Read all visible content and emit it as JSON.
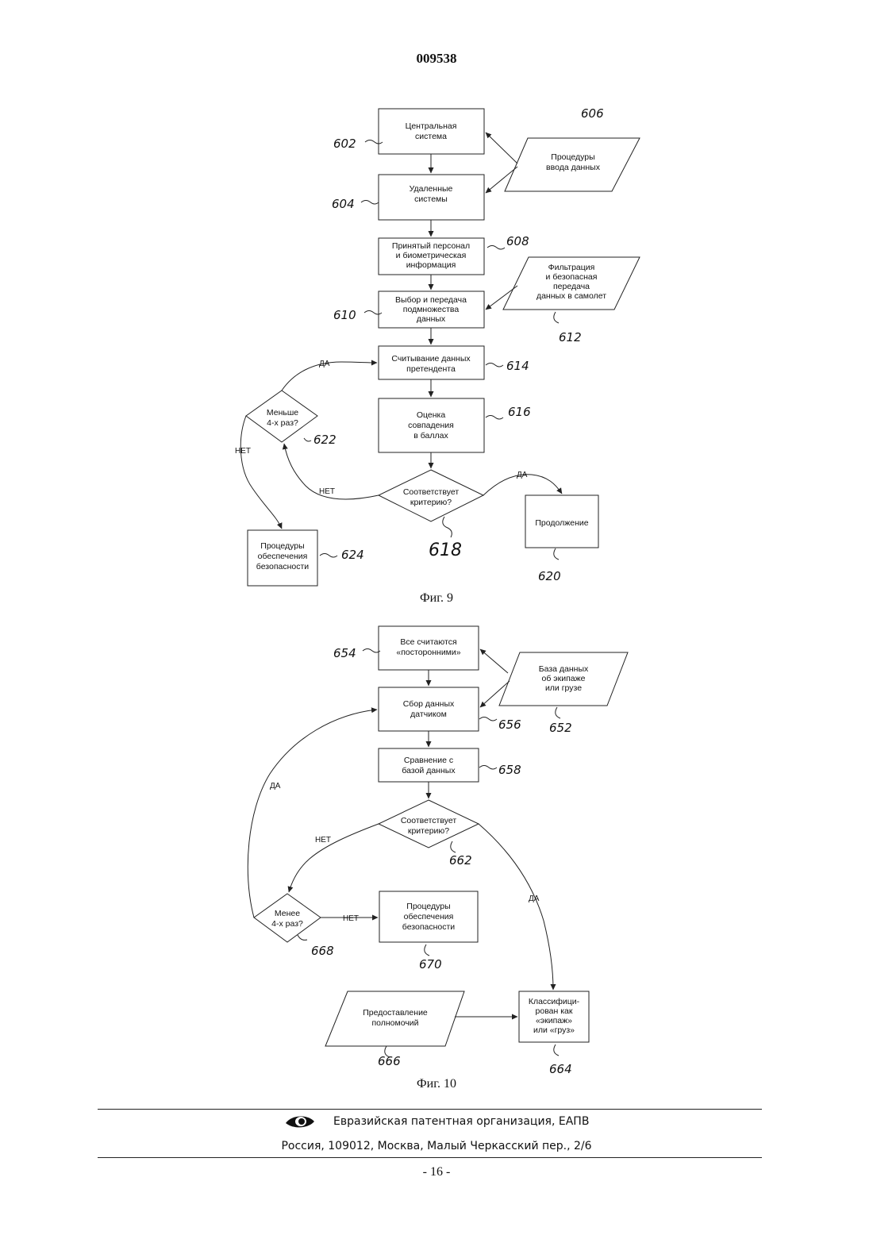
{
  "document": {
    "number": "009538",
    "page": "- 16 -"
  },
  "fig9": {
    "caption": "Фиг. 9",
    "central": [
      "Центральная",
      "система"
    ],
    "remote": [
      "Удаленные",
      "системы"
    ],
    "data_input": [
      "Процедуры",
      "ввода данных"
    ],
    "personnel": [
      "Принятый персонал",
      "и биометрическая",
      "информация"
    ],
    "selection": [
      "Выбор и передача",
      "подмножества",
      "данных"
    ],
    "filtering": [
      "Фильтрация",
      "и безопасная",
      "передача",
      "данных в самолет"
    ],
    "reading": [
      "Считывание данных",
      "претендента"
    ],
    "score": [
      "Оценка",
      "совпадения",
      "в баллах"
    ],
    "criterion": [
      "Соответствует",
      "критерию?"
    ],
    "fewer": [
      "Меньше",
      "4-х раз?"
    ],
    "continue": "Продолжение",
    "security": [
      "Процедуры",
      "обеспечения",
      "безопасности"
    ],
    "labels": {
      "yes_top": "ДА",
      "no_left": "НЕТ",
      "no_bottom": "НЕТ",
      "yes_right": "ДА"
    },
    "refs": {
      "r602": "602",
      "r604": "604",
      "r606": "606",
      "r608": "608",
      "r610": "610",
      "r612": "612",
      "r614": "614",
      "r616": "616",
      "r618": "618",
      "r620": "620",
      "r622": "622",
      "r624": "624"
    }
  },
  "fig10": {
    "caption": "Фиг. 10",
    "outsiders": [
      "Все считаются",
      "«посторонними»"
    ],
    "db": [
      "База данных",
      "об экипаже",
      "или грузе"
    ],
    "sensor": [
      "Сбор данных",
      "датчиком"
    ],
    "compare": [
      "Сравнение с",
      "базой данных"
    ],
    "criterion": [
      "Соответствует",
      "критерию?"
    ],
    "fewer": [
      "Менее",
      "4-х раз?"
    ],
    "security": [
      "Процедуры",
      "обеспечения",
      "безопасности"
    ],
    "authority": [
      "Предоставление",
      "полномочий"
    ],
    "classified": [
      "Классифици-",
      "рован как",
      "«экипаж»",
      "или «груз»"
    ],
    "labels": {
      "yes_left": "ДА",
      "no_mid": "НЕТ",
      "no_right": "НЕТ",
      "yes_right": "ДА"
    },
    "refs": {
      "r652": "652",
      "r654": "654",
      "r656": "656",
      "r658": "658",
      "r662": "662",
      "r664": "664",
      "r666": "666",
      "r668": "668",
      "r670": "670"
    }
  },
  "footer": {
    "organization": "Евразийская патентная организация, ЕАПВ",
    "address": "Россия, 109012, Москва, Малый Черкасский пер., 2/6"
  }
}
